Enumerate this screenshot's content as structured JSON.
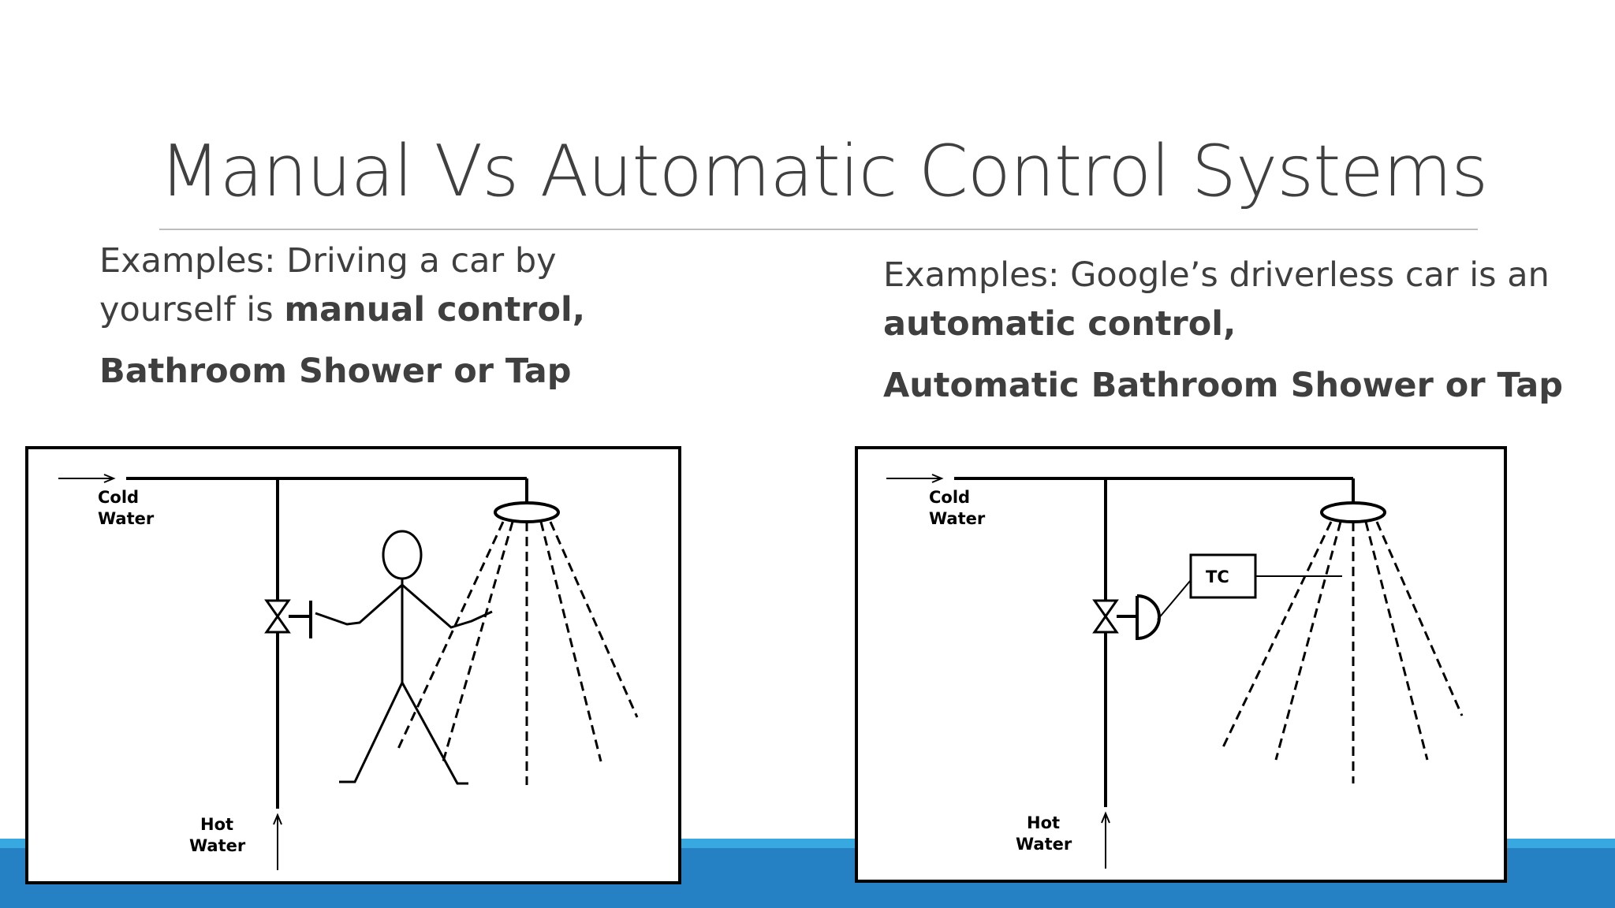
{
  "slide": {
    "title": "Manual Vs Automatic Control Systems"
  },
  "left": {
    "line1": "Examples: Driving a car by",
    "line2_plain": "yourself is ",
    "line2_bold": "manual control,",
    "line3_bold": "Bathroom Shower or Tap"
  },
  "right": {
    "line1": "Examples: Google’s driverless car is an",
    "line2_bold": "automatic control,",
    "line3_bold": "Automatic Bathroom Shower or Tap"
  },
  "diagram_manual": {
    "cold_label_1": "Cold",
    "cold_label_2": "Water",
    "hot_label_1": "Hot",
    "hot_label_2": "Water"
  },
  "diagram_automatic": {
    "cold_label_1": "Cold",
    "cold_label_2": "Water",
    "hot_label_1": "Hot",
    "hot_label_2": "Water",
    "controller_label": "TC"
  },
  "colors": {
    "band_light": "#38a8e0",
    "band_dark": "#2580c4",
    "title_text": "#404040",
    "body_text": "#3f3f3f"
  }
}
